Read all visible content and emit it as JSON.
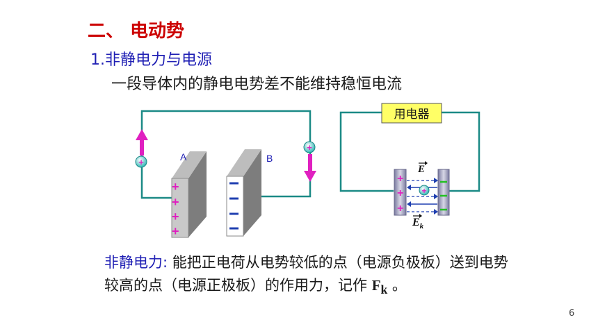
{
  "section_title": "二、 电动势",
  "subsection_title": "1.非静电力与电源",
  "intro": "一段导体内的静电电势差不能维持稳恒电流",
  "figure_left": {
    "plate_a_label": "A",
    "plate_b_label": "B",
    "charge_symbol": "+",
    "plate_a_charges": [
      "+",
      "+",
      "+",
      "+"
    ],
    "plate_b_charges": [
      "−",
      "−",
      "−",
      "−"
    ]
  },
  "figure_right": {
    "device_label": "用电器",
    "field_label": "E",
    "nonstatic_field_label": "E",
    "nonstatic_field_subscript": "k",
    "charge_symbol": "+",
    "left_plate_charges": [
      "+",
      "+",
      "+"
    ],
    "right_plate_charges": [
      "−",
      "−",
      "−"
    ]
  },
  "definition": {
    "term": "非静电力:",
    "text": " 能把正电荷从电势较低的点（电源负极板）送到电势较高的点（电源正极板）的作用力，记作 ",
    "symbol": "F",
    "symbol_subscript": "k",
    "ending": " 。"
  },
  "page_number": "6",
  "colors": {
    "title_red": "#cc0000",
    "text_blue": "#1f1fb4",
    "wire_teal": "#1b8a86",
    "charge_magenta": "#e020c0",
    "negative_blue": "#1f3fb0",
    "device_yellow": "#ffff66",
    "plate_gray": "#a9a9a9"
  }
}
